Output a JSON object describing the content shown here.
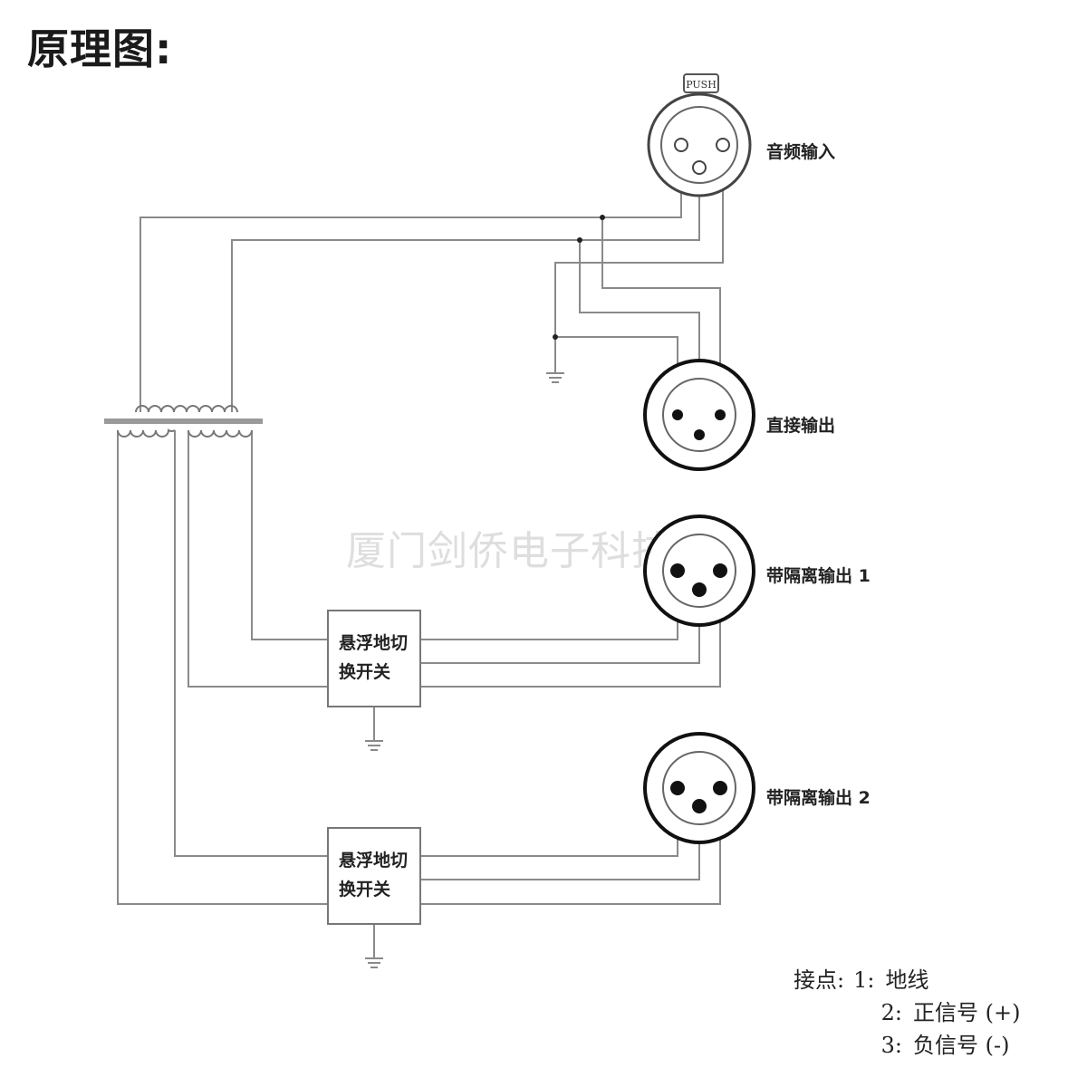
{
  "title": "原理图:",
  "watermark": "厦门剑侨电子科技",
  "connectors": {
    "input": {
      "label": "音频输入",
      "push_label": "PUSH"
    },
    "direct_out": {
      "label": "直接输出"
    },
    "iso_out_1": {
      "label": "带隔离输出 1"
    },
    "iso_out_2": {
      "label": "带隔离输出 2"
    }
  },
  "switches": [
    {
      "line1": "悬浮地切",
      "line2": "换开关"
    },
    {
      "line1": "悬浮地切",
      "line2": "换开关"
    }
  ],
  "legend": {
    "heading": "接点:",
    "items": [
      {
        "num": "1:",
        "text": "地线"
      },
      {
        "num": "2:",
        "text": "正信号 (+)"
      },
      {
        "num": "3:",
        "text": "负信号 (-)"
      }
    ]
  }
}
